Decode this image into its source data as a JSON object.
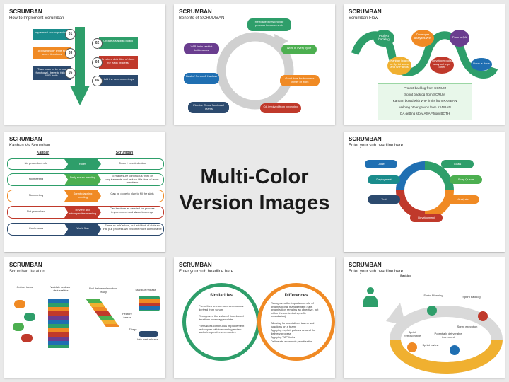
{
  "center": {
    "line1": "Multi-Color",
    "line2": "Version Images"
  },
  "s1": {
    "title": "SCRUMBAN",
    "subtitle": "How to Implement Scrumban",
    "nums": [
      "01",
      "02",
      "03",
      "04",
      "05",
      "06"
    ],
    "left": [
      "Implement scrum practices",
      "Applying WIP limits to scrum iterations",
      "Train team to be cross functional / have to follow WIP limits"
    ],
    "right": [
      "Create a Kanban board",
      "Create a definition of done for each process",
      "Hold the scrum meetings"
    ]
  },
  "s2": {
    "title": "SCRUMBAN",
    "subtitle": "Benefits of SCRUMBAN",
    "items": [
      "Retrospectives provide process improvements",
      "WIP limits restrict bottlenecks",
      "Best of Scrum & Kanban",
      "Flexible Cross functional Teams",
      "Work in every cycle",
      "Good time for business owner of work",
      "QA involved from beginning"
    ]
  },
  "s3": {
    "title": "SCRUMBAN",
    "subtitle": "Scrumban Flow",
    "nodes": [
      "Project backlog",
      "Developer analyzes WIP",
      "Pass to QA",
      "Done is done"
    ],
    "sub": [
      "Kanban board as Sprint scope and WIP limits",
      "Developer pulls story or helps other"
    ],
    "lines": [
      "Project backlog from SCRUM",
      "Sprint backlog from SCRUM",
      "Kanban board with WIP limits from KANBAN",
      "Helping other groups from KANBAN",
      "QA getting story ASAP from BOTH"
    ]
  },
  "s4": {
    "title": "SCRUMBAN",
    "subtitle": "Kanban Vs Scrumban",
    "col1": "Kanban",
    "col2": "Scrumban",
    "left": [
      "No prescribed role",
      "No meeting",
      "No meeting",
      "Not prescribed",
      "Continuous"
    ],
    "mid": [
      "Roles",
      "Daily scrum meeting",
      "Sprint planning meeting",
      "Review and retrospective meeting",
      "Work flow"
    ],
    "right": [
      "Team + needed roles",
      "To make sure continuous work on requirements and reduce idle time of team members",
      "Can be done to plan to fill the slots",
      "Can be done as needed for process improvement and share learnings",
      "Same as in Kanban, but add limit of slots so that pull process will become more comfortable"
    ]
  },
  "s5": {
    "title": "SCRUMBAN",
    "subtitle": "Enter your sub headline here",
    "items": [
      "Done",
      "Goals",
      "Deployment",
      "Story Queue",
      "Test",
      "Analysis",
      "Development"
    ]
  },
  "s6": {
    "title": "SCRUMBAN",
    "subtitle": "Scrumban Iteration",
    "labels": [
      "Collect ideas",
      "Validate and sort deliverables",
      "Pull deliverables when ready",
      "Stabilize release",
      "Feature freeze",
      "Triage",
      "Into next release"
    ]
  },
  "s7": {
    "title": "SCRUMBAN",
    "subtitle": "Enter your sub headline here",
    "sim_title": "Similarities",
    "diff_title": "Differences",
    "sim_items": [
      "Prescribes one or more ceremonies derived from scrum",
      "Recognizes the value of time-boxed iterations when appropriate",
      "Formalizes continuous improvement techniques within recurring review and retrospective ceremonies"
    ],
    "diff_items": [
      "Recognizes the importance role of organizational management (self-organization remains an objective, but within the context of specific boundaries)",
      "Allowing for specialized teams and functions on a team",
      "Applying explicit policies around the delivery process",
      "Applying WIP limits",
      "Deliberate economic prioritization"
    ]
  },
  "s8": {
    "title": "SCRUMBAN",
    "subtitle": "Enter your sub headline here",
    "labels": [
      "Backlog",
      "Sprint Planning",
      "Sprint backlog",
      "Sprint execution",
      "Potentially deliverable increment",
      "Sprint Retrospective",
      "Sprint review"
    ]
  },
  "colors": {
    "green": "#2e9e6a",
    "teal": "#1a8c8c",
    "orange": "#f08a24",
    "red": "#c0392b",
    "navy": "#2c4a6e",
    "blue": "#1f6fb2",
    "purple": "#6a3d8f"
  }
}
